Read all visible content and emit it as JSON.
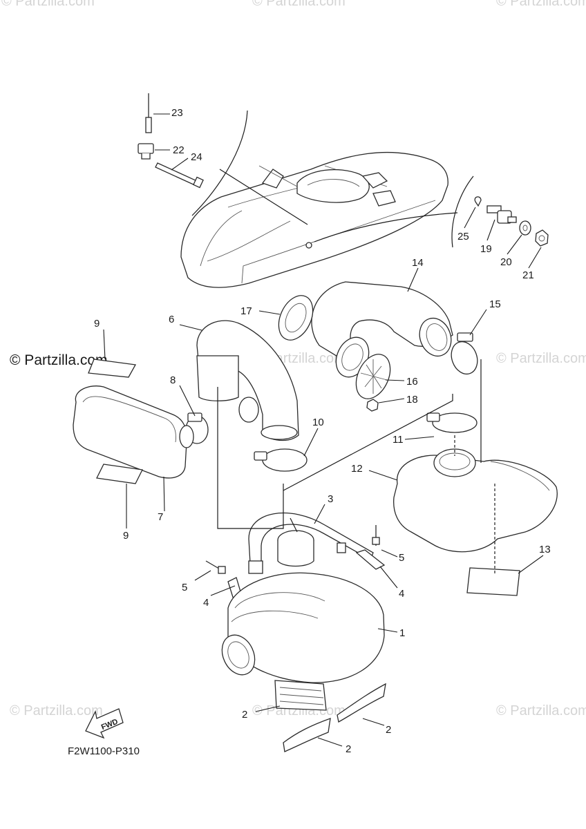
{
  "watermarks": {
    "brand_main": "© Partzilla.com",
    "brand_faint": "© Partzilla.com"
  },
  "diagram_code": "F2W1100-P310",
  "fwd_label": "FWD",
  "callouts": {
    "c1": "1",
    "c2a": "2",
    "c2b": "2",
    "c2c": "2",
    "c3": "3",
    "c4a": "4",
    "c4b": "4",
    "c5a": "5",
    "c5b": "5",
    "c6": "6",
    "c7": "7",
    "c8": "8",
    "c9a": "9",
    "c9b": "9",
    "c10": "10",
    "c11": "11",
    "c12": "12",
    "c13": "13",
    "c14": "14",
    "c15": "15",
    "c16": "16",
    "c17": "17",
    "c18": "18",
    "c19": "19",
    "c20": "20",
    "c21": "21",
    "c22": "22",
    "c23": "23",
    "c24": "24",
    "c25": "25"
  },
  "colors": {
    "line": "#2a2a2a",
    "watermark": "#d4d4d4"
  }
}
